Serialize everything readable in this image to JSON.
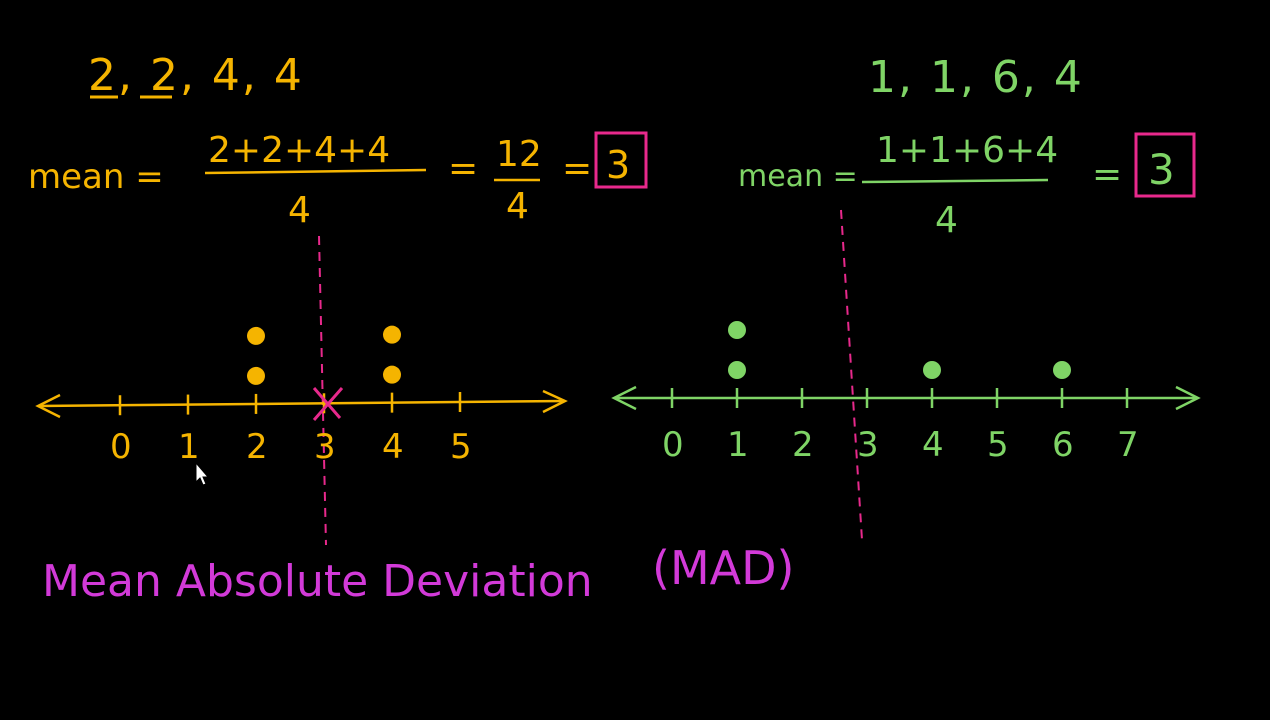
{
  "colors": {
    "background": "#000000",
    "left_set": "#f5b400",
    "right_set": "#7fd466",
    "highlight": "#e8298c"
  },
  "left": {
    "data_set": "2, 2, 4, 4",
    "mean_label": "mean =",
    "numerator": "2+2+4+4",
    "denominator": "4",
    "equals_1": "=",
    "frac2_num": "12",
    "frac2_den": "4",
    "equals_2": "=",
    "result": "3",
    "axis_ticks": [
      "0",
      "1",
      "2",
      "3",
      "4",
      "5"
    ],
    "dot_values": [
      2,
      2,
      4,
      4
    ]
  },
  "right": {
    "data_set": "1, 1, 6, 4",
    "mean_label": "mean =",
    "numerator": "1+1+6+4",
    "denominator": "4",
    "equals_1": "=",
    "result": "3",
    "axis_ticks": [
      "0",
      "1",
      "2",
      "3",
      "4",
      "5",
      "6",
      "7"
    ],
    "dot_values": [
      1,
      1,
      4,
      6
    ]
  },
  "bottom": {
    "title": "Mean Absolute Deviation",
    "abbr": "(MAD)"
  }
}
